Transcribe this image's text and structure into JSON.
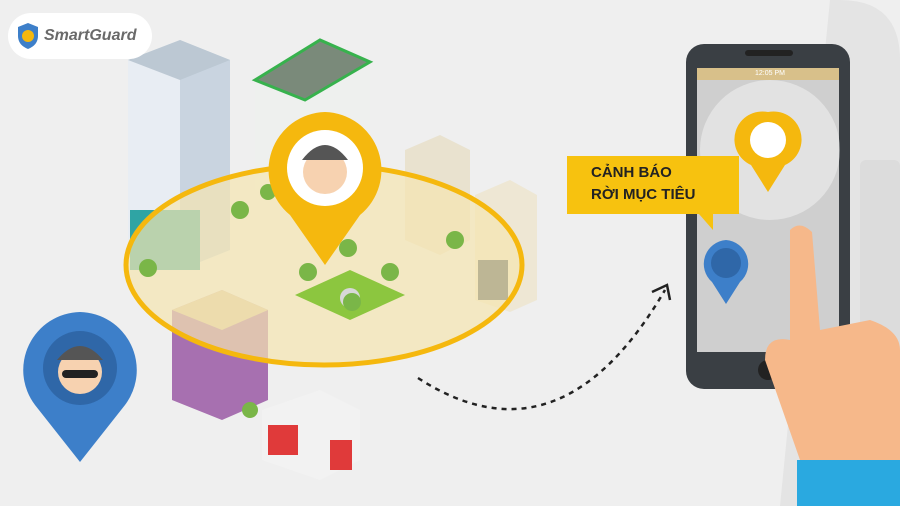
{
  "brand": {
    "name": "SmartGuard",
    "accent": "#f5b80e",
    "blue": "#3d7fc9"
  },
  "phone": {
    "status_time": "12:05 PM"
  },
  "alert": {
    "line1": "CẢNH BÁO",
    "line2": "RỜI MỤC TIÊU"
  }
}
